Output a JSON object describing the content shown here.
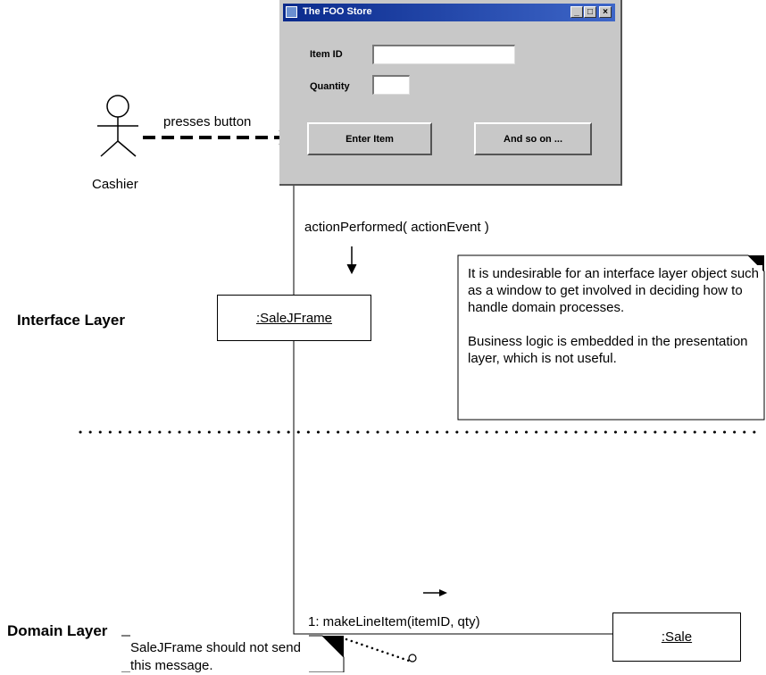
{
  "window": {
    "title": "The FOO Store",
    "item_id_label": "Item ID",
    "item_id_value": "",
    "quantity_label": "Quantity",
    "quantity_value": "",
    "enter_item_label": "Enter Item",
    "and_so_on_label": "And so on ..."
  },
  "actor": {
    "name": "Cashier",
    "action_label": "presses button"
  },
  "messages": {
    "action_performed": "actionPerformed( actionEvent )",
    "make_line_item": "1: makeLineItem(itemID, qty)"
  },
  "objects": {
    "sale_jframe": ":SaleJFrame",
    "sale": ":Sale"
  },
  "layers": {
    "interface": "Interface Layer",
    "domain": "Domain Layer"
  },
  "notes": {
    "interface_note_p1": "It is undesirable for an interface layer object such as a window to get involved in deciding how to handle domain processes.",
    "interface_note_p2": "Business logic is embedded in the presentation layer, which is not useful.",
    "domain_note": "SaleJFrame should not send this message."
  }
}
